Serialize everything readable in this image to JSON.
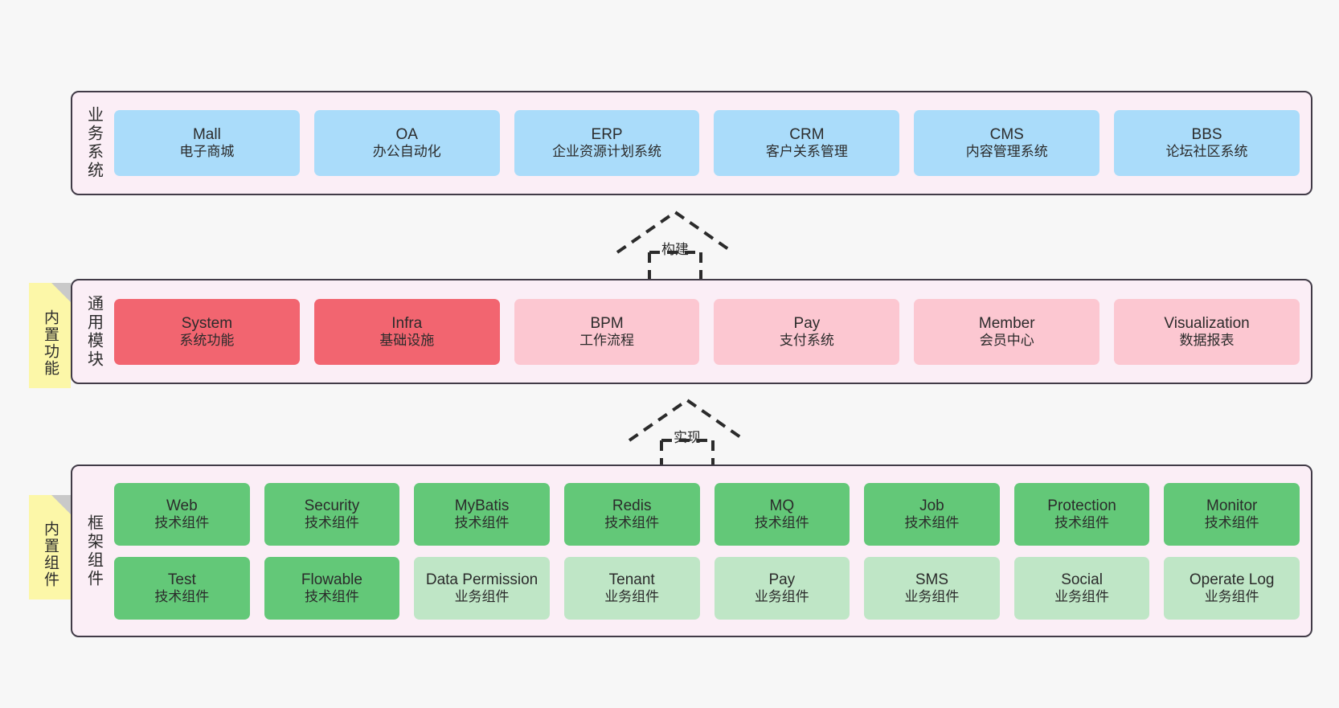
{
  "layers": [
    {
      "id": "business",
      "caption": "业务系统",
      "sticky": null,
      "rows": [
        [
          {
            "title": "Mall",
            "sub": "电子商城",
            "color": "#aadcfa"
          },
          {
            "title": "OA",
            "sub": "办公自动化",
            "color": "#aadcfa"
          },
          {
            "title": "ERP",
            "sub": "企业资源计划系统",
            "color": "#aadcfa"
          },
          {
            "title": "CRM",
            "sub": "客户关系管理",
            "color": "#aadcfa"
          },
          {
            "title": "CMS",
            "sub": "内容管理系统",
            "color": "#aadcfa"
          },
          {
            "title": "BBS",
            "sub": "论坛社区系统",
            "color": "#aadcfa"
          }
        ]
      ]
    },
    {
      "id": "common",
      "caption": "通用模块",
      "sticky": "内置功能",
      "rows": [
        [
          {
            "title": "System",
            "sub": "系统功能",
            "color": "#f26570"
          },
          {
            "title": "Infra",
            "sub": "基础设施",
            "color": "#f26570"
          },
          {
            "title": "BPM",
            "sub": "工作流程",
            "color": "#fcc7d1"
          },
          {
            "title": "Pay",
            "sub": "支付系统",
            "color": "#fcc7d1"
          },
          {
            "title": "Member",
            "sub": "会员中心",
            "color": "#fcc7d1"
          },
          {
            "title": "Visualization",
            "sub": "数据报表",
            "color": "#fcc7d1"
          }
        ]
      ]
    },
    {
      "id": "framework",
      "caption": "框架组件",
      "sticky": "内置组件",
      "rows": [
        [
          {
            "title": "Web",
            "sub": "技术组件",
            "color": "#63c878"
          },
          {
            "title": "Security",
            "sub": "技术组件",
            "color": "#63c878"
          },
          {
            "title": "MyBatis",
            "sub": "技术组件",
            "color": "#63c878"
          },
          {
            "title": "Redis",
            "sub": "技术组件",
            "color": "#63c878"
          },
          {
            "title": "MQ",
            "sub": "技术组件",
            "color": "#63c878"
          },
          {
            "title": "Job",
            "sub": "技术组件",
            "color": "#63c878"
          },
          {
            "title": "Protection",
            "sub": "技术组件",
            "color": "#63c878"
          },
          {
            "title": "Monitor",
            "sub": "技术组件",
            "color": "#63c878"
          }
        ],
        [
          {
            "title": "Test",
            "sub": "技术组件",
            "color": "#63c878"
          },
          {
            "title": "Flowable",
            "sub": "技术组件",
            "color": "#63c878"
          },
          {
            "title": "Data Permission",
            "sub": "业务组件",
            "color": "#bfe6c6"
          },
          {
            "title": "Tenant",
            "sub": "业务组件",
            "color": "#bfe6c6"
          },
          {
            "title": "Pay",
            "sub": "业务组件",
            "color": "#bfe6c6"
          },
          {
            "title": "SMS",
            "sub": "业务组件",
            "color": "#bfe6c6"
          },
          {
            "title": "Social",
            "sub": "业务组件",
            "color": "#bfe6c6"
          },
          {
            "title": "Operate Log",
            "sub": "业务组件",
            "color": "#bfe6c6"
          }
        ]
      ]
    }
  ],
  "connectors": [
    {
      "id": "build",
      "label": "构建"
    },
    {
      "id": "implement",
      "label": "实现"
    }
  ],
  "colors": {
    "panel_bg": "#fbeef6",
    "panel_border": "#413b47",
    "sticky_bg": "#fcf7a8",
    "sticky_fold": "#c9c9c9",
    "blue": "#aadcfa",
    "red": "#f26570",
    "pink": "#fcc7d1",
    "green": "#63c878",
    "green_light": "#bfe6c6",
    "canvas_bg": "#f7f7f7",
    "text": "#2b2b2b"
  }
}
